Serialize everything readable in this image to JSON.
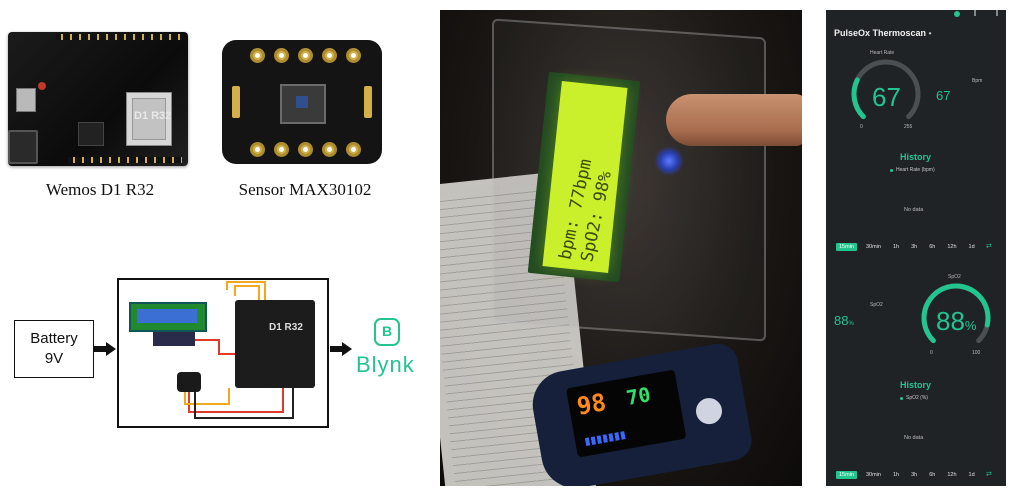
{
  "components": {
    "board_caption": "Wemos D1 R32",
    "board_silk": "D1 R32",
    "sensor_caption": "Sensor MAX30102"
  },
  "diagram": {
    "battery_line1": "Battery",
    "battery_line2": "9V",
    "board_silk": "D1 R32",
    "blynk_icon": "B",
    "blynk_text": "Blynk"
  },
  "photo": {
    "lcd_line1": "bpm: 77bpm",
    "lcd_line2": "SpO2: 98%",
    "oximeter_top": "98",
    "oximeter_bottom": "70"
  },
  "app": {
    "title": "PulseOx Thermoscan",
    "heart": {
      "gauge_label": "Heart Rate",
      "value": "67",
      "min": "0",
      "max": "255",
      "fraction": 0.263,
      "side_value": "67",
      "side_unit": "Bpm",
      "history_title": "History",
      "legend": "Heart Rate (bpm)",
      "no_data": "No data"
    },
    "spo2": {
      "gauge_label": "SpO2",
      "value": "88",
      "unit": "%",
      "min": "0",
      "max": "100",
      "fraction": 0.88,
      "side_label": "SpO2",
      "side_value": "88",
      "side_unit": "%",
      "history_title": "History",
      "legend": "SpO2 (%)",
      "no_data": "No data"
    },
    "ranges": [
      "15min",
      "30min",
      "1h",
      "3h",
      "6h",
      "12h",
      "1d"
    ],
    "active_range": "15min",
    "accent": "#23c48e",
    "background": "#1f2326"
  }
}
